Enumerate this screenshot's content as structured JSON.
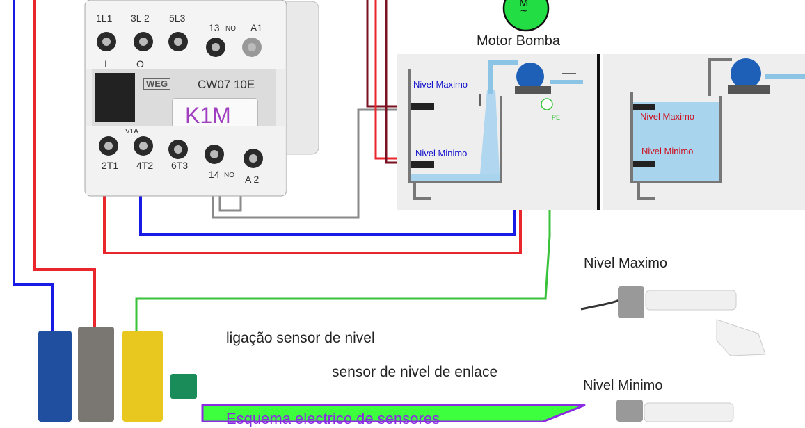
{
  "contactor": {
    "top_terminals": [
      "1L1",
      "3L 2",
      "5L3",
      "13",
      "A1"
    ],
    "top_no_label": "NO",
    "bottom_terminals": [
      "2T1",
      "4T2",
      "6T3",
      "14",
      "A 2"
    ],
    "bottom_no_label": "NO",
    "model": "CW07 10E",
    "brand": "WEG",
    "id_label": "K1M",
    "marking_left": "I",
    "marking_right": "O",
    "v1a_label": "V1A"
  },
  "motor": {
    "label": "Motor Bomba",
    "symbol_letter": "M",
    "symbol_wave": "~"
  },
  "tank_left": {
    "max_label": "Nivel Maximo",
    "min_label": "Nivel Minimo",
    "pe_label": "PE"
  },
  "tank_right": {
    "max_label": "Nivel Maximo",
    "min_label": "Nivel Minimo"
  },
  "sensors": {
    "max_label": "Nivel Maximo",
    "min_label": "Nivel Minimo"
  },
  "captions": {
    "line1": "ligação sensor de nivel",
    "line2": "sensor de nivel de enlace",
    "banner": "Esquema electrico de sensores"
  },
  "colors": {
    "phase_red": "#e8262b",
    "neutral_blue": "#1a1ae6",
    "earth_green": "#39c23a",
    "signal_gray": "#8a8a8a",
    "dark_red": "#7a1020",
    "water": "#a8d4ee",
    "banner_green": "#3dff3d",
    "banner_border": "#8b2be2",
    "motor_green": "#22dd44",
    "k1m_purple": "#a040c0",
    "tank_label_blue": "#1010cc",
    "tank_label_red": "#cc1020"
  }
}
